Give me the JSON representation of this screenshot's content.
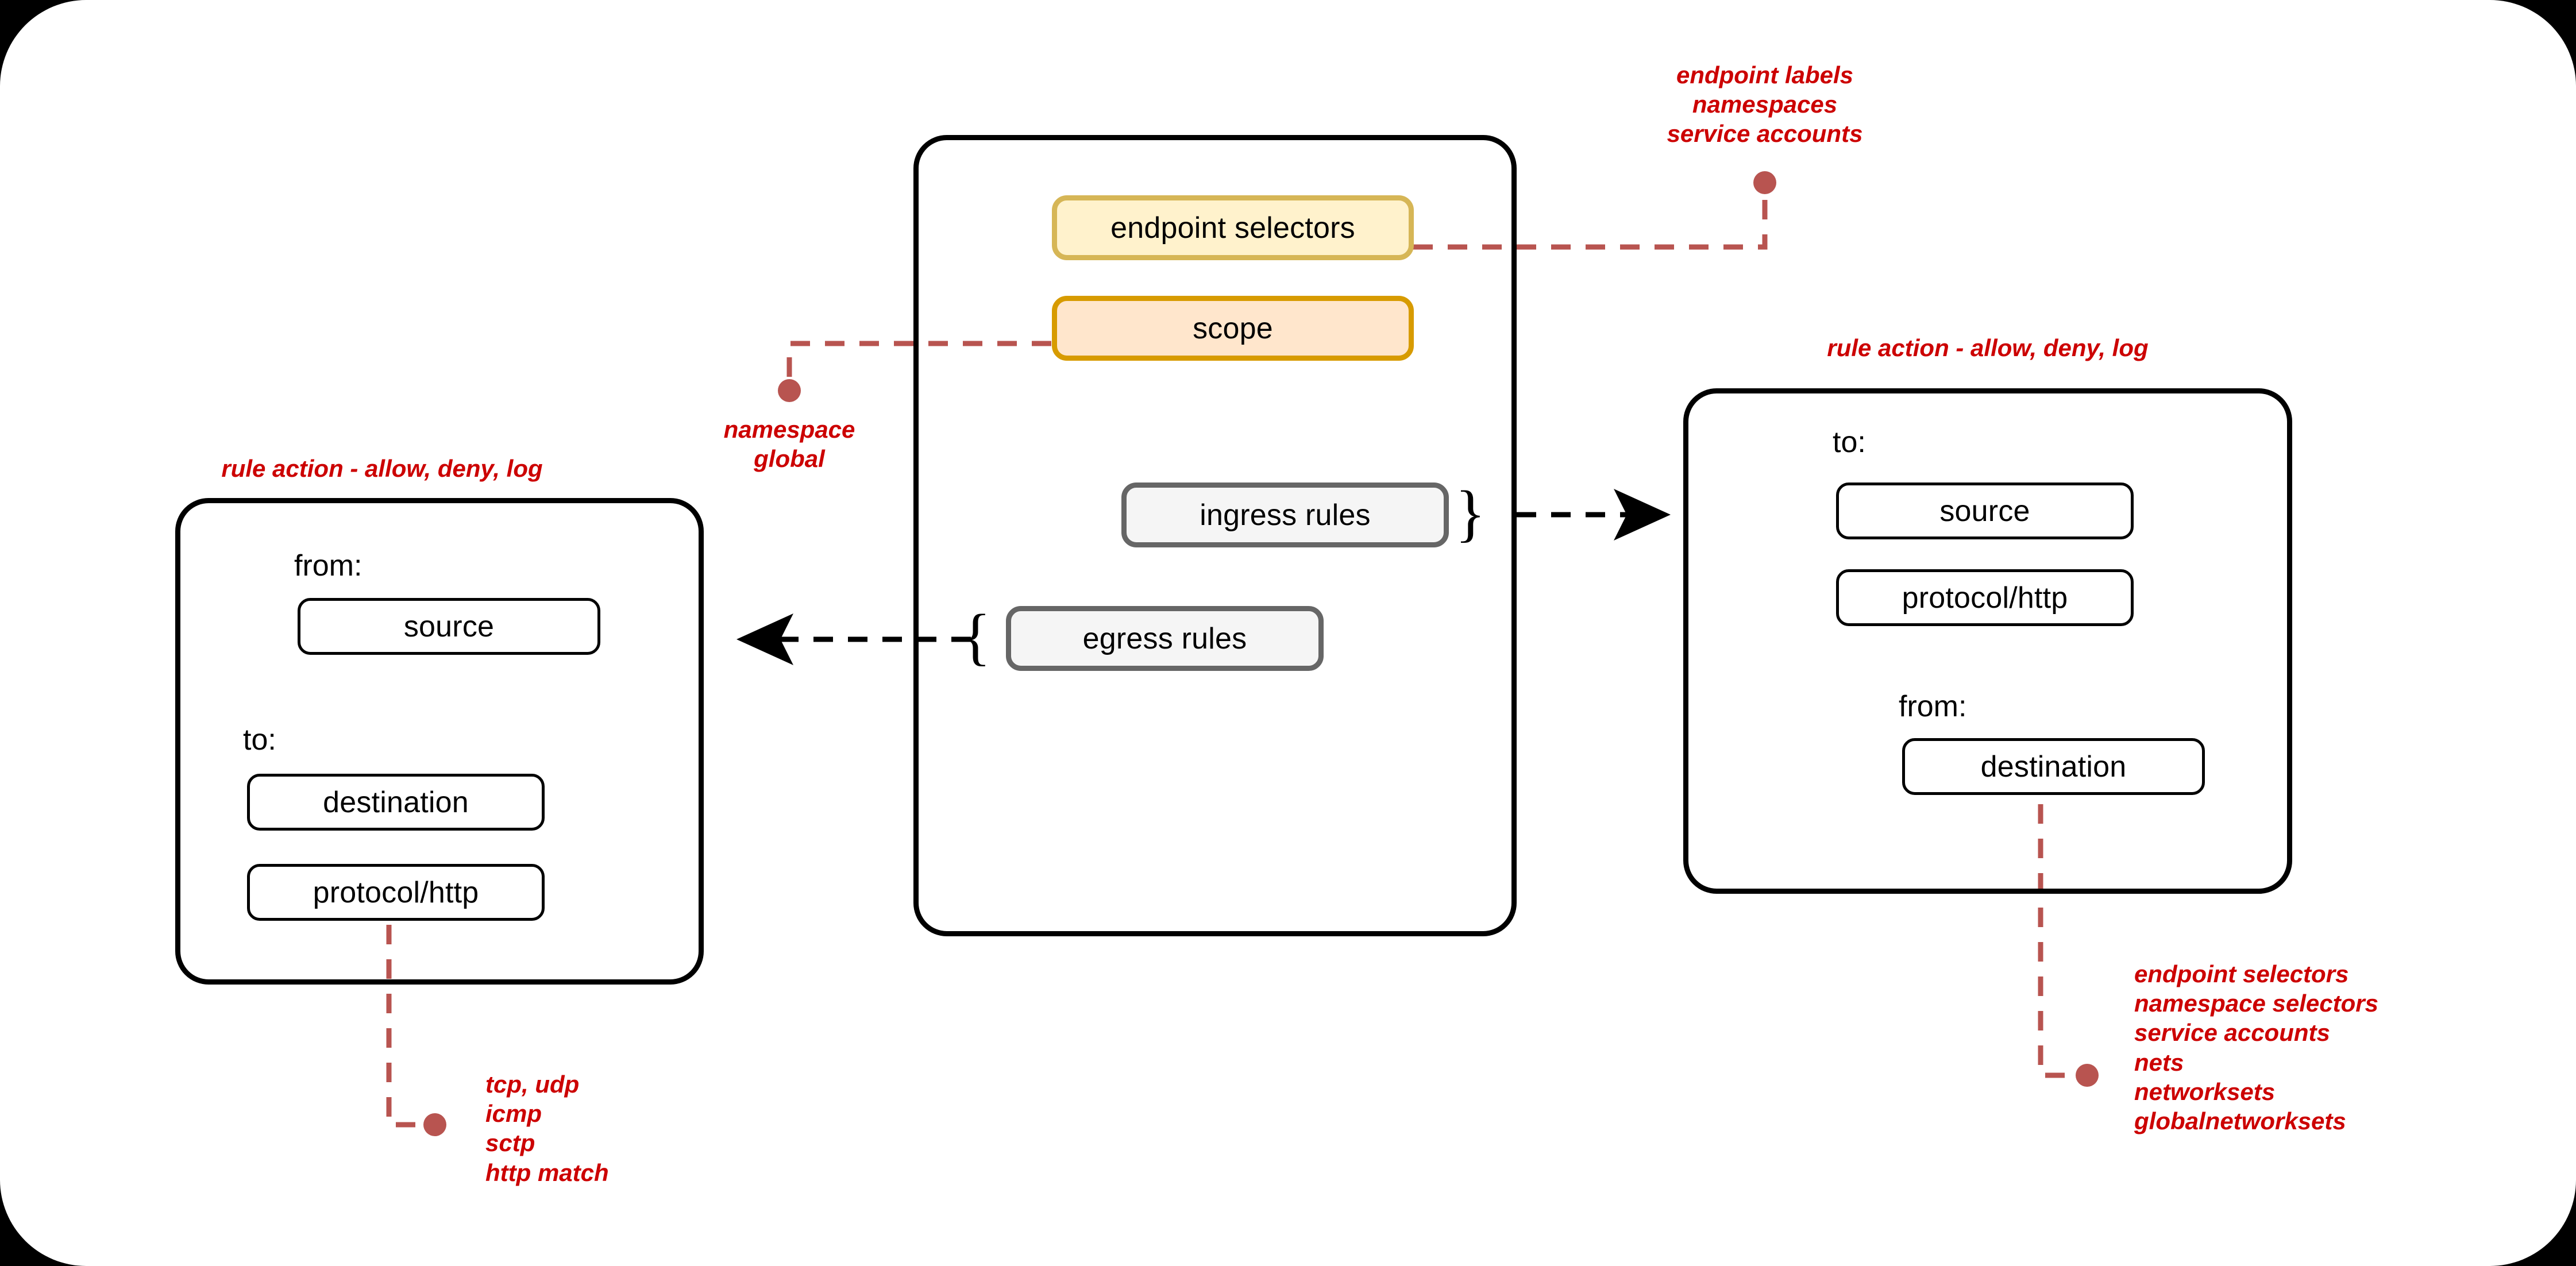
{
  "canvas": {
    "background": "#000000",
    "surface": "#ffffff"
  },
  "palette": {
    "annotation_red": "#cc0000",
    "connector_red": "#b85450",
    "yellow_fill": "#fff2cc",
    "yellow_stroke": "#d6b656",
    "orange_fill": "#ffe6cc",
    "orange_stroke": "#d79b00",
    "grey_fill": "#f5f5f5",
    "grey_stroke": "#666666",
    "black": "#000000"
  },
  "policy": {
    "title": "policy-container",
    "boxes": [
      {
        "label": "endpoint selectors",
        "style": "yellow"
      },
      {
        "label": "scope",
        "style": "orange"
      },
      {
        "label": "ingress rules",
        "style": "grey"
      },
      {
        "label": "egress rules",
        "style": "grey"
      }
    ],
    "brace_ingress": "}",
    "brace_egress": "{"
  },
  "egress_panel": {
    "title": "egress-rule-panel",
    "heading_annotation": "rule action - allow, deny, log",
    "from_label": "from:",
    "from_items": [
      "source"
    ],
    "to_label": "to:",
    "to_items": [
      "destination",
      "protocol/http"
    ]
  },
  "ingress_panel": {
    "title": "ingress-rule-panel",
    "heading_annotation": "rule action - allow, deny, log",
    "to_label": "to:",
    "to_items": [
      "source",
      "protocol/http"
    ],
    "from_label": "from:",
    "from_items": [
      "destination"
    ]
  },
  "annotations": {
    "endpoint_selectors": "endpoint labels\nnamespaces\nservice accounts",
    "scope": "namespace\nglobal",
    "protocol_left": "tcp, udp\nicmp\nsctp\nhttp match",
    "destination_right": "endpoint selectors\nnamespace selectors\nservice accounts\nnets\nnetworksets\nglobalnetworksets"
  },
  "chart_data": {
    "type": "diagram",
    "title": "Calico network policy structure",
    "nodes": [
      {
        "id": "policy",
        "label": "",
        "kind": "container"
      },
      {
        "id": "endpoint-selectors",
        "label": "endpoint selectors",
        "parent": "policy"
      },
      {
        "id": "scope",
        "label": "scope",
        "parent": "policy"
      },
      {
        "id": "ingress-rules",
        "label": "ingress rules",
        "parent": "policy"
      },
      {
        "id": "egress-rules",
        "label": "egress rules",
        "parent": "policy"
      },
      {
        "id": "egress-panel",
        "label": "",
        "kind": "container"
      },
      {
        "id": "egress-source",
        "label": "source",
        "parent": "egress-panel"
      },
      {
        "id": "egress-destination",
        "label": "destination",
        "parent": "egress-panel"
      },
      {
        "id": "egress-protocol",
        "label": "protocol/http",
        "parent": "egress-panel"
      },
      {
        "id": "ingress-panel",
        "label": "",
        "kind": "container"
      },
      {
        "id": "ingress-source",
        "label": "source",
        "parent": "ingress-panel"
      },
      {
        "id": "ingress-protocol",
        "label": "protocol/http",
        "parent": "ingress-panel"
      },
      {
        "id": "ingress-destination",
        "label": "destination",
        "parent": "ingress-panel"
      }
    ],
    "edges": [
      {
        "from": "ingress-rules",
        "to": "ingress-panel",
        "style": "dashed-arrow"
      },
      {
        "from": "egress-rules",
        "to": "egress-panel",
        "style": "dashed-arrow"
      },
      {
        "from": "endpoint-selectors",
        "to": "endpoint labels / namespaces / service accounts",
        "style": "dashed-callout"
      },
      {
        "from": "scope",
        "to": "namespace / global",
        "style": "dashed-callout"
      },
      {
        "from": "egress-protocol",
        "to": "tcp, udp / icmp / sctp / http match",
        "style": "dashed-callout"
      },
      {
        "from": "ingress-destination",
        "to": "endpoint selectors / namespace selectors / service accounts / nets / networksets / globalnetworksets",
        "style": "dashed-callout"
      }
    ]
  }
}
